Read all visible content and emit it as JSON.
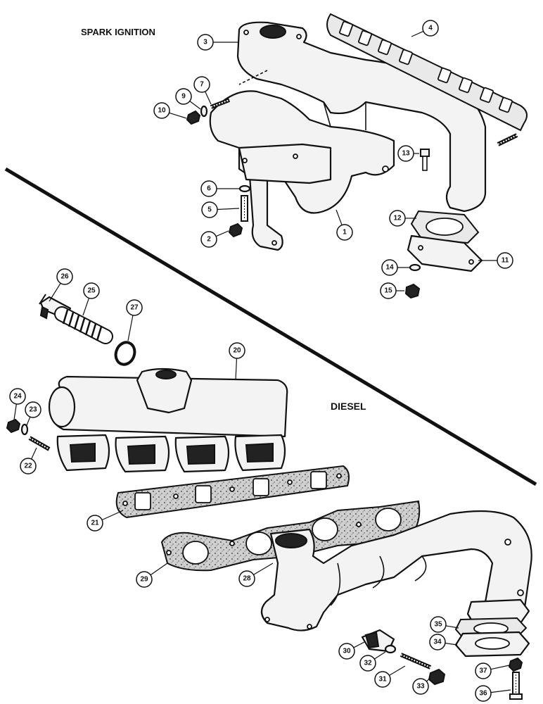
{
  "sections": {
    "spark_ignition": "SPARK IGNITION",
    "diesel": "DIESEL"
  },
  "callouts": [
    "1",
    "2",
    "3",
    "4",
    "5",
    "6",
    "7",
    "9",
    "10",
    "11",
    "12",
    "13",
    "14",
    "15",
    "20",
    "21",
    "22",
    "23",
    "24",
    "25",
    "26",
    "27",
    "28",
    "29",
    "30",
    "31",
    "32",
    "33",
    "34",
    "35",
    "36",
    "37"
  ]
}
